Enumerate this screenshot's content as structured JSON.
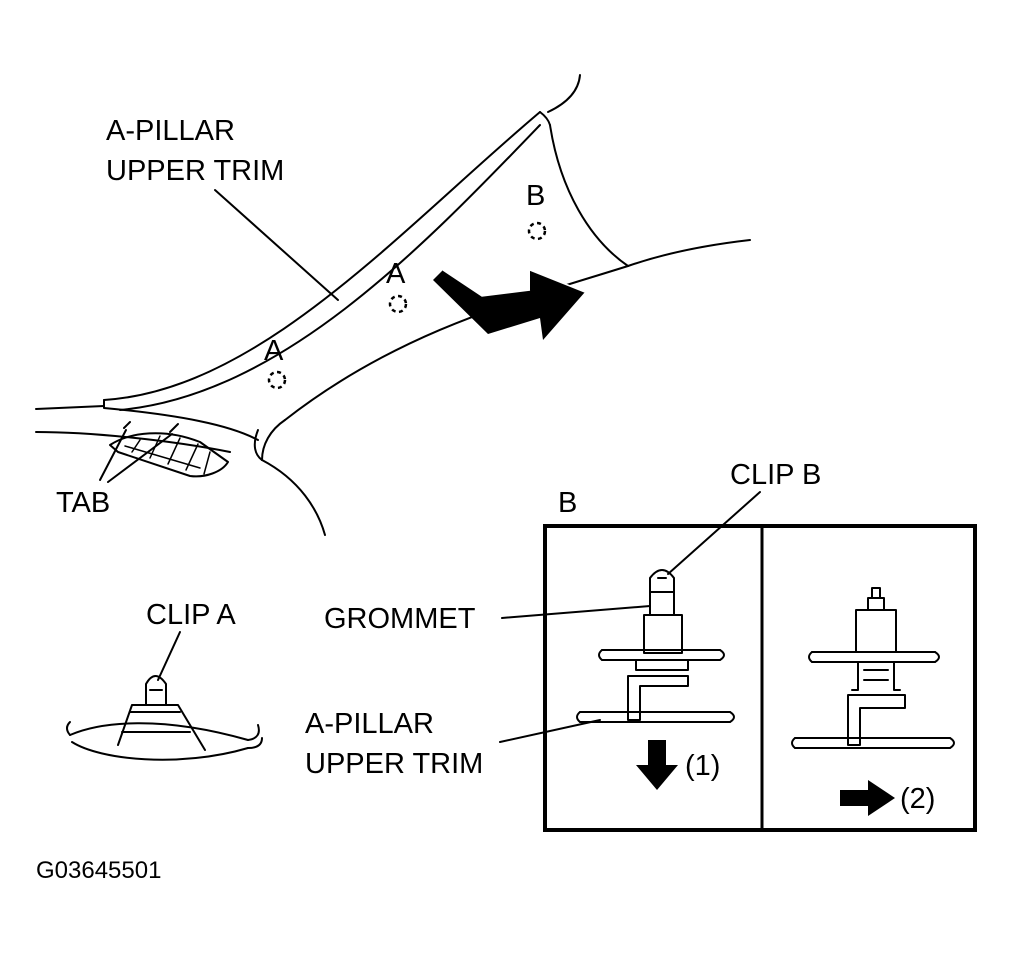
{
  "labels": {
    "a_pillar_upper_trim_top_line1": "A-PILLAR",
    "a_pillar_upper_trim_top_line2": "UPPER TRIM",
    "clip_point_a1": "A",
    "clip_point_a2": "A",
    "clip_point_b": "B",
    "tab": "TAB",
    "clip_a": "CLIP A",
    "detail_b": "B",
    "clip_b": "CLIP B",
    "grommet": "GROMMET",
    "a_pillar_upper_trim_detail_line1": "A-PILLAR",
    "a_pillar_upper_trim_detail_line2": "UPPER TRIM",
    "step_1": "(1)",
    "step_2": "(2)",
    "figure_code": "G03645501"
  }
}
